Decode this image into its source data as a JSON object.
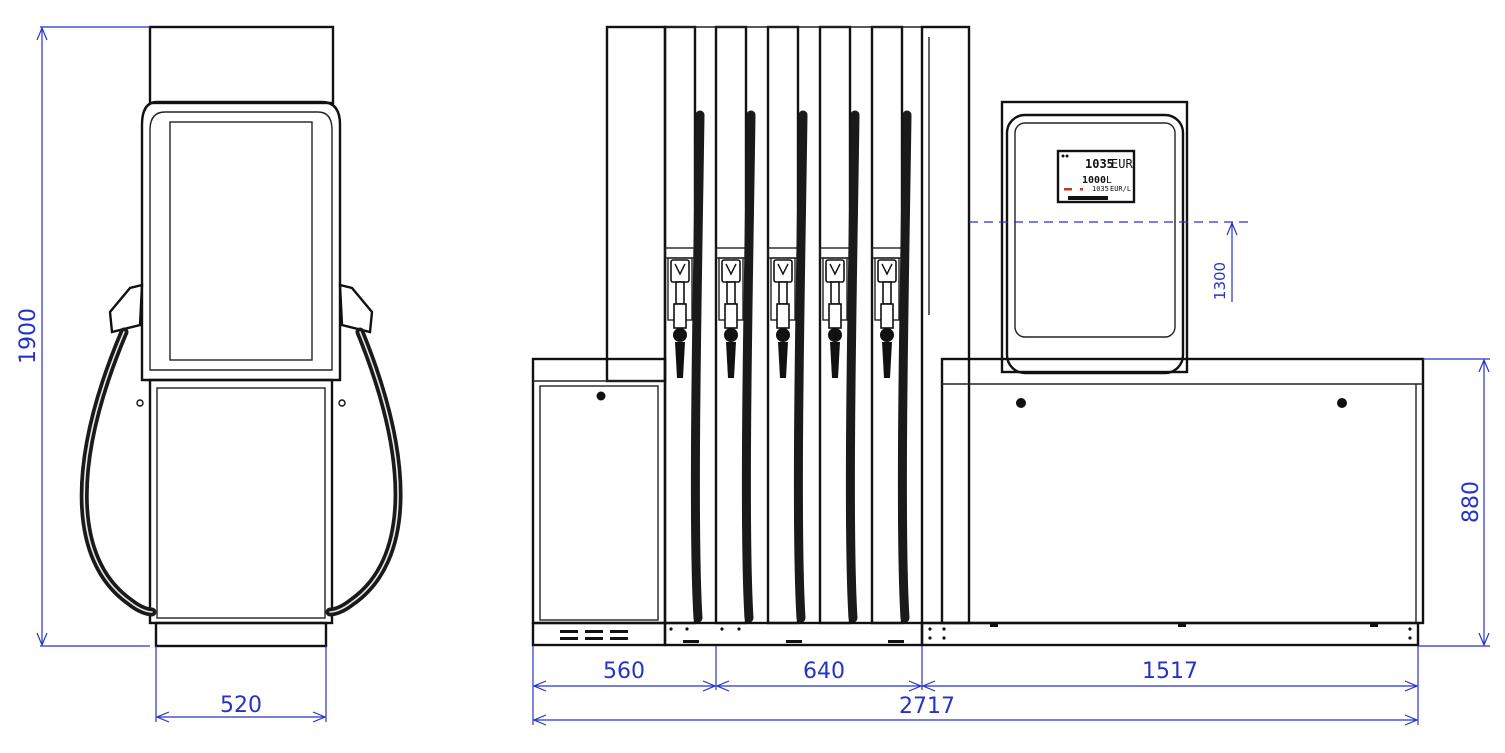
{
  "dimensions": {
    "height_total": "1900",
    "depth": "520",
    "section_1": "560",
    "section_2": "640",
    "section_3": "1517",
    "total_width": "2717",
    "display_height": "1300",
    "cabinet_height": "880"
  },
  "display": {
    "amount": "1035",
    "amount_unit": "EUR",
    "volume": "1000",
    "volume_unit": "L",
    "price": "1035",
    "price_unit": "EUR/L"
  },
  "colors": {
    "dimension": "#2633c9",
    "outline": "#111111",
    "indicator": "#c0392b"
  }
}
